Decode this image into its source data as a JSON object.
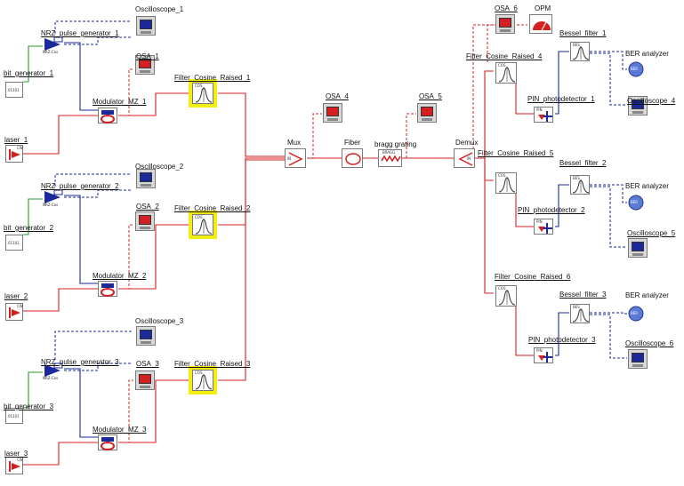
{
  "labels": {
    "bit_generator_1": "bit_generator_1",
    "bit_generator_2": "bit_generator_2",
    "bit_generator_3": "bit_generator_3",
    "nrz_1": "NRZ_pulse_generator_1",
    "nrz_2": "NRZ_pulse_generator_2",
    "nrz_3": "NRZ_pulse_generator_3",
    "osc_1": "Oscilloscope_1",
    "osc_2": "Oscilloscope_2",
    "osc_3": "Oscilloscope_3",
    "osc_4": "Oscilloscope_4",
    "osc_5": "Oscilloscope_5",
    "osc_6": "Oscilloscope_6",
    "osa_1": "OSA_1",
    "osa_2": "OSA_2",
    "osa_3": "OSA_3",
    "osa_4": "OSA_4",
    "osa_5": "OSA_5",
    "osa_6": "OSA_6",
    "opm": "OPM",
    "mod_1": "Modulator_MZ_1",
    "mod_2": "Modulator_MZ_2",
    "mod_3": "Modulator_MZ_3",
    "laser_1": "laser_1",
    "laser_2": "laser_2",
    "laser_3": "laser_3",
    "fcr_1": "Filter_Cosine_Raised_1",
    "fcr_2": "Filter_Cosine_Raised_2",
    "fcr_3": "Filter_Cosine_Raised_3",
    "fcr_4": "Filter_Cosine_Raised_4",
    "fcr_5": "Filter_Cosine_Raised_5",
    "fcr_6": "Filter_Cosine_Raised_6",
    "mux": "Mux",
    "fiber": "Fiber",
    "bragg": "bragg grating",
    "demux": "Demux",
    "bessel_1": "Bessel_filter_1",
    "bessel_2": "Bessel_filter_2",
    "bessel_3": "Bessel_filter_3",
    "pin_1": "PIN_photodetector_1",
    "pin_2": "PIN_photodetector_2",
    "pin_3": "PIN_photodetector_3",
    "ber_1": "BER analyzer",
    "ber_2": "BER analyzer",
    "ber_3": "BER analyzer"
  },
  "icon_text": {
    "bits": "01101",
    "nrz_top": "101",
    "nrz_bottom": "NRZ-Cos",
    "mod": "EN",
    "cw": "CW",
    "cos": "COS",
    "pin": "PIN",
    "bes": "BES",
    "ber": "BER",
    "mux_in": "IN",
    "demux_in": "IN",
    "bragg": "BRAGG"
  },
  "colors": {
    "optical": "#d42020",
    "electrical": "#1a2a9a",
    "binary": "#2e9a2e",
    "monitor_electrical": "#1a2a9a",
    "monitor_optical": "#d42020",
    "highlight": "#f2ee12"
  }
}
